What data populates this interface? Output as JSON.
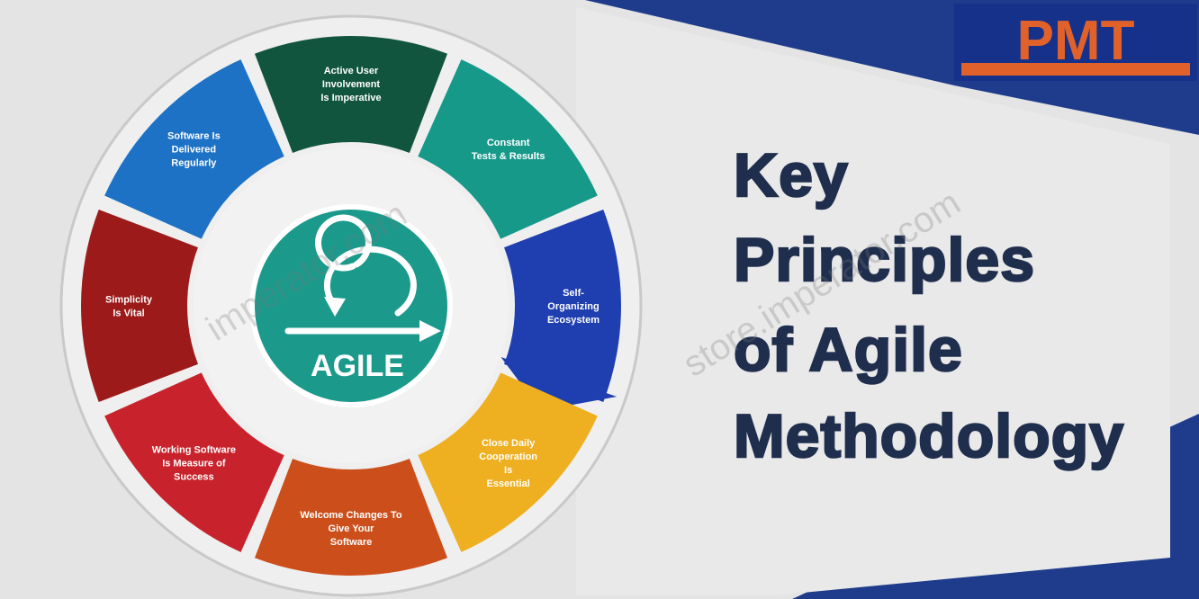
{
  "brand": {
    "logo_text": "PMT",
    "logo_subtext": "",
    "colors": {
      "navy": "#1f3c8c",
      "accent": "#e0622a"
    }
  },
  "title": {
    "lines": [
      "Key",
      "Principles",
      "of Agile",
      "Methodology"
    ],
    "color": "#1f2e4d"
  },
  "center": {
    "label": "AGILE",
    "icon": "agile-loop-icon",
    "color": "#1b9a8c"
  },
  "segments": [
    {
      "id": "active-user",
      "lines": [
        "Active User",
        "Involvement",
        "Is Imperative"
      ],
      "color": "#12553f"
    },
    {
      "id": "constant-feedback",
      "lines": [
        "Constant",
        "Tests & Results"
      ],
      "color": "#17998a"
    },
    {
      "id": "self-organizing",
      "lines": [
        "Self-",
        "Organizing",
        "Ecosystem"
      ],
      "color": "#1f3fb0"
    },
    {
      "id": "collaboration",
      "lines": [
        "Close Daily",
        "Cooperation",
        "Is",
        "Essential"
      ],
      "color": "#eeb021"
    },
    {
      "id": "welcome-change",
      "lines": [
        "Welcome Changes To",
        "Give Your",
        "Software"
      ],
      "color": "#cc4f1b"
    },
    {
      "id": "working-software",
      "lines": [
        "Working Software",
        "Is Measure of",
        "Success"
      ],
      "color": "#c8232c"
    },
    {
      "id": "simplicity",
      "lines": [
        "Simplicity",
        "Is Vital"
      ],
      "color": "#9c1a1a"
    },
    {
      "id": "deliver-frequently",
      "lines": [
        "Software Is",
        "Delivered",
        "Regularly"
      ],
      "color": "#1d72c5"
    }
  ],
  "watermarks": [
    "imperator.com",
    "store.imperator.com"
  ]
}
